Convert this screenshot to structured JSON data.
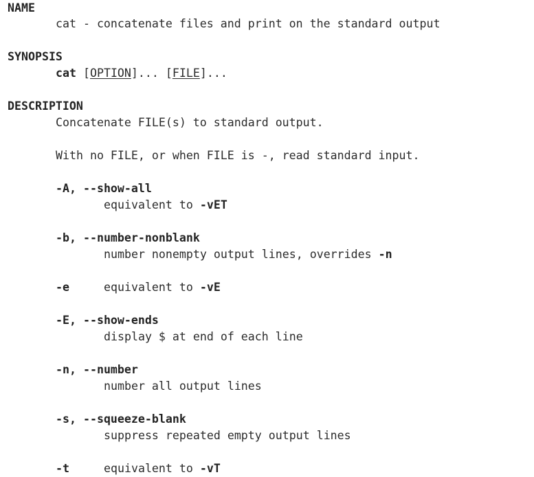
{
  "sections": {
    "name": {
      "heading": "NAME",
      "text": "cat - concatenate files and print on the standard output"
    },
    "synopsis": {
      "heading": "SYNOPSIS",
      "cmd": "cat",
      "open1": " [",
      "option": "OPTION",
      "mid": "]... [",
      "file": "FILE",
      "close": "]..."
    },
    "description": {
      "heading": "DESCRIPTION",
      "para1": "Concatenate FILE(s) to standard output.",
      "para2": "With no FILE, or when FILE is -, read standard input.",
      "options": [
        {
          "short": "-A, ",
          "long": "--show-all",
          "desc_prefix": "equivalent to ",
          "desc_bold": "-vET",
          "desc_suffix": ""
        },
        {
          "short": "-b, ",
          "long": "--number-nonblank",
          "desc_prefix": "number nonempty output lines, overrides ",
          "desc_bold": "-n",
          "desc_suffix": ""
        },
        {
          "short": "-e",
          "long": "",
          "desc_prefix": "equivalent to ",
          "desc_bold": "-vE",
          "desc_suffix": ""
        },
        {
          "short": "-E, ",
          "long": "--show-ends",
          "desc_prefix": "display $ at end of each line",
          "desc_bold": "",
          "desc_suffix": ""
        },
        {
          "short": "-n, ",
          "long": "--number",
          "desc_prefix": "number all output lines",
          "desc_bold": "",
          "desc_suffix": ""
        },
        {
          "short": "-s, ",
          "long": "--squeeze-blank",
          "desc_prefix": "suppress repeated empty output lines",
          "desc_bold": "",
          "desc_suffix": ""
        },
        {
          "short": "-t",
          "long": "",
          "desc_prefix": "equivalent to ",
          "desc_bold": "-vT",
          "desc_suffix": ""
        }
      ]
    }
  }
}
